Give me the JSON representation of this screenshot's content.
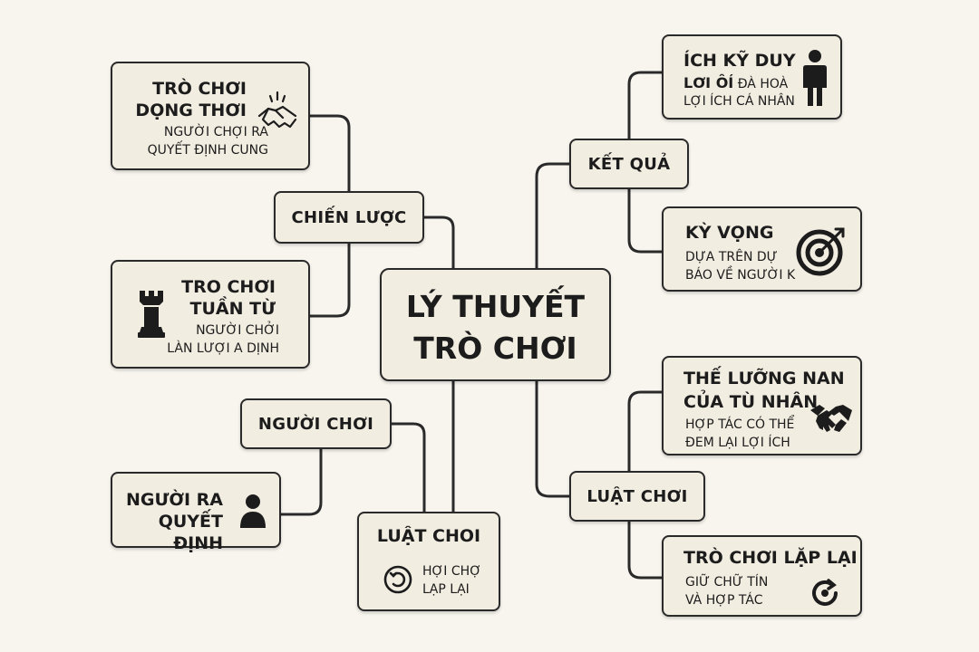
{
  "center": {
    "line1": "LÝ THUYẾT",
    "line2": "TRÒ CHƠI"
  },
  "left": {
    "chien_luoc": {
      "label": "CHIẾN LƯỢC",
      "dong_thoi": {
        "title1": "TRÒ CHƠI",
        "title2": "DỌNG THƠI",
        "desc1": "NGƯỜI CHỢI RA",
        "desc2": "QUYẾT ĐỊNH CUNG"
      },
      "tuan_tu": {
        "title1": "TRO CHƠI",
        "title2": "TUẦN TỪ",
        "desc1": "NGƯỜI CHỞI",
        "desc2": "LÀN LƯỢI A DỊNH"
      }
    },
    "nguoi_choi": {
      "label": "NGƯỜI CHƠI",
      "quyet_dinh": {
        "title1": "NGƯỜI RA",
        "title2": "QUYẾT ĐỊNH"
      }
    },
    "luat_choi_bottom": {
      "title": "LUẬT CHOI",
      "desc1": "HỢI CHỢ",
      "desc2": "LẠP LẠI"
    }
  },
  "right": {
    "ket_qua": {
      "label": "KẾT QUẢ",
      "ich_ky": {
        "title": "ÍCH KỸ DUY",
        "line2_bold": "LƠI ÔÍ",
        "line2_rest": "ĐÀ HOÀ",
        "desc": "LỢI ÍCH CÁ NHÂN"
      },
      "ky_vong": {
        "title": "KỲ VỌNG",
        "desc1": "DỰA TRÊN DỰ",
        "desc2": "BÁO VỀ NGƯỜI K"
      }
    },
    "luat_choi": {
      "label": "LUẬT CHƠI",
      "luong_nan": {
        "title1": "THẾ LƯỠNG NAN",
        "title2": "CỦA TÙ NHÂN",
        "desc1": "HỢP TÁC CÓ THỂ",
        "desc2": "ĐEM LẠI LỢI ÍCH"
      },
      "lap_lai": {
        "title": "TRÒ CHƠI LẶP LẠI",
        "desc1": "GIỮ CHỮ TÍN",
        "desc2": "VÀ HỢP TÁC"
      }
    }
  },
  "icons": [
    "handshake-icon",
    "chess-rook-icon",
    "person-icon",
    "repeat-icon",
    "standing-person-icon",
    "target-icon",
    "handshake-icon",
    "repeat-icon"
  ],
  "colors": {
    "background": "#f8f5ee",
    "box": "#f2ede1",
    "line": "#2a2a2a",
    "text": "#1c1c1c"
  }
}
